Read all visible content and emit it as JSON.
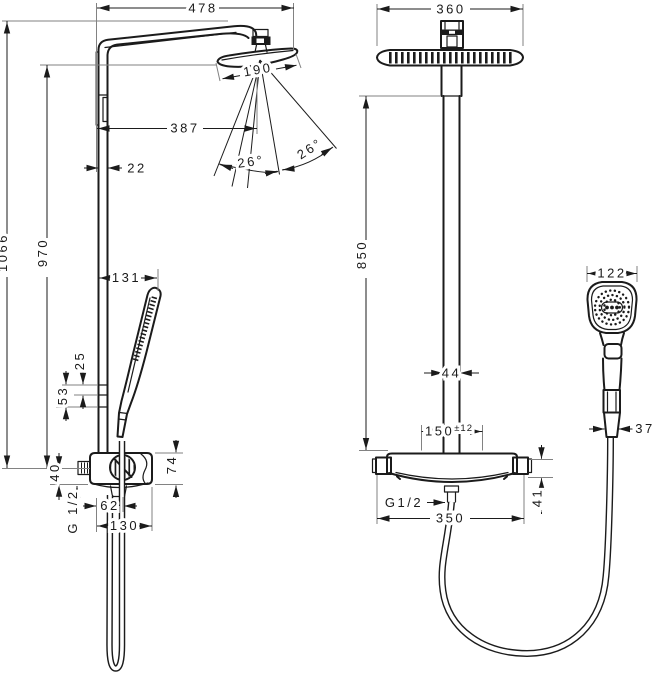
{
  "drawing": {
    "kind": "technical dimension drawing, shower pipe system, two orthographic views",
    "line_color": "#1b1b1b",
    "background": "#ffffff"
  },
  "left_view": {
    "name": "side view",
    "dims": {
      "reach": "478",
      "head_width": "190",
      "spray_offset": "387",
      "pipe_depth": "22",
      "angle_left": "26°",
      "angle_right": "26°",
      "overall_height": "1066",
      "height_to_arm": "970",
      "handshower_offset": "131",
      "holder_offset": "25",
      "holder_span": "53",
      "inlet_drop": "40",
      "thread": "G 1/2",
      "outlet_offset": "62",
      "body_depth": "130",
      "body_height": "74"
    }
  },
  "front_view": {
    "name": "front view",
    "dims": {
      "head_width": "360",
      "column_height": "850",
      "pipe_width": "44",
      "supply_spacing": "150",
      "supply_tolerance": "±12",
      "handshower_width": "122",
      "hose_width": "37",
      "thread": "G1/2",
      "body_width": "350",
      "body_drop": "41"
    }
  }
}
